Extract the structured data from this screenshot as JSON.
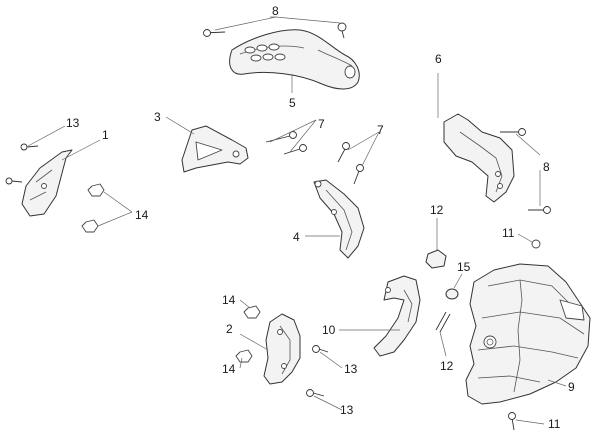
{
  "callouts": {
    "c1": "1",
    "c2": "2",
    "c3": "3",
    "c4": "4",
    "c5": "5",
    "c6": "6",
    "c7a": "7",
    "c7b": "7",
    "c8a": "8",
    "c8b": "8",
    "c9": "9",
    "c10": "10",
    "c11a": "11",
    "c11b": "11",
    "c12a": "12",
    "c12b": "12",
    "c13a": "13",
    "c13b": "13",
    "c13c": "13",
    "c14a": "14",
    "c14b": "14",
    "c14c": "14",
    "c15": "15"
  }
}
